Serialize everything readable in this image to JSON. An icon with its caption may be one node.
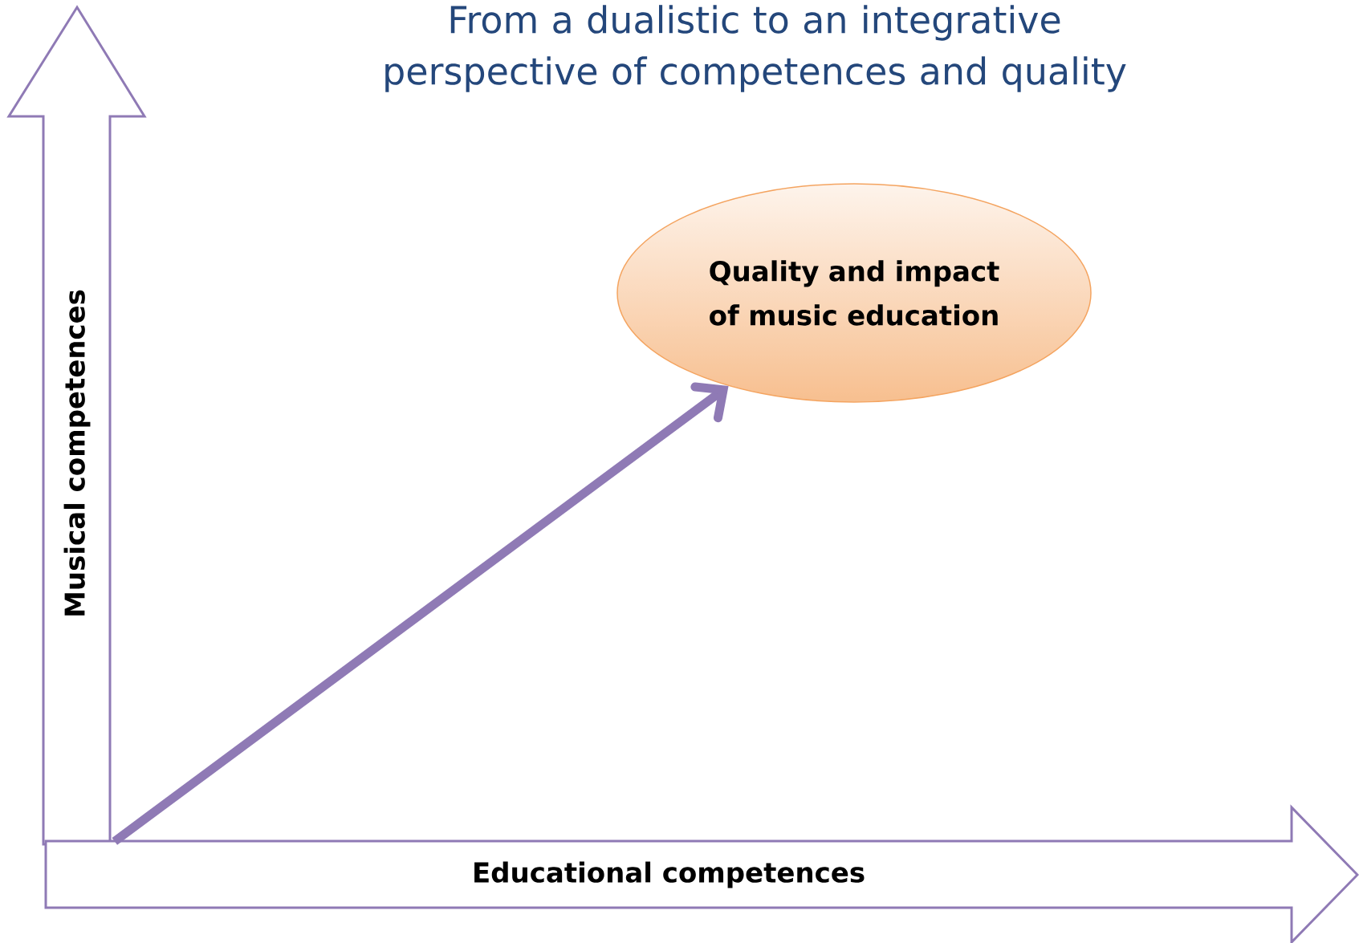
{
  "diagram": {
    "title": "From a dualistic to an integrative perspective of competences and quality",
    "nodes": [
      {
        "text": [
          "Musical competences"
        ]
      },
      {
        "text": [
          "Educational competences"
        ]
      },
      {
        "text": [
          "Quality and impact of music education"
        ]
      }
    ],
    "edges": [
      {
        "from": 1,
        "to": 2,
        "arrow": "to"
      }
    ]
  }
}
